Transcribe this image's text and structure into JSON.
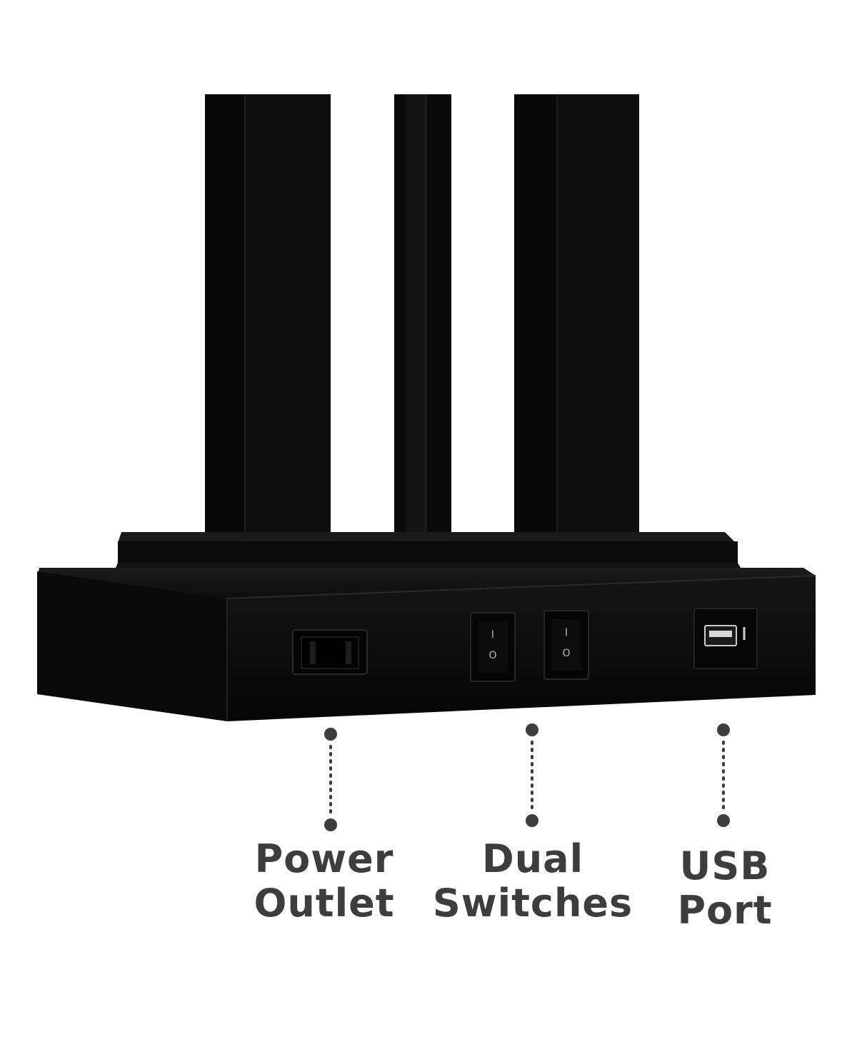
{
  "image": {
    "subject": "Black lamp base with power outlet, dual switches and USB port",
    "colors": {
      "background": "#ffffff",
      "lamp_body": "#0b0b0b",
      "lamp_highlight": "#2a2a2a",
      "label_text": "#3d3d3d",
      "leader_line": "#3d3d3d"
    }
  },
  "callouts": [
    {
      "line1": "Power",
      "line2": "Outlet"
    },
    {
      "line1": "Dual",
      "line2": "Switches"
    },
    {
      "line1": "USB",
      "line2": "Port"
    }
  ],
  "switch_marks": {
    "on": "I",
    "off": "O"
  }
}
